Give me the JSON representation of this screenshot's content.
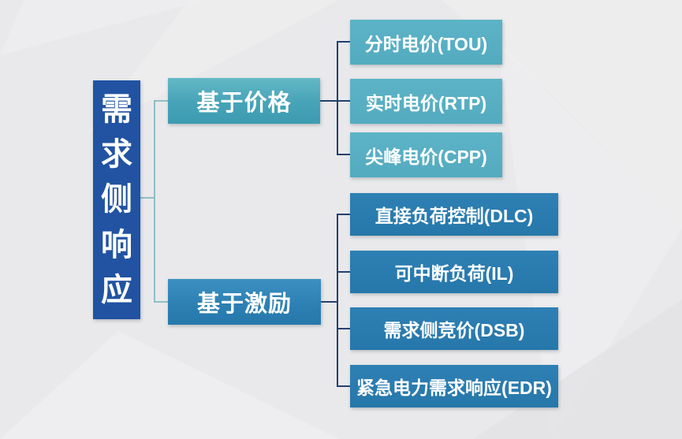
{
  "diagram": {
    "root": {
      "label": "需求侧响应",
      "chars": [
        "需",
        "求",
        "侧",
        "响",
        "应"
      ]
    },
    "branches": [
      {
        "label": "基于价格",
        "children": [
          {
            "label": "分时电价(TOU)"
          },
          {
            "label": "实时电价(RTP)"
          },
          {
            "label": "尖峰电价(CPP)"
          }
        ]
      },
      {
        "label": "基于激励",
        "children": [
          {
            "label": "直接负荷控制(DLC)"
          },
          {
            "label": "可中断负荷(IL)"
          },
          {
            "label": "需求侧竞价(DSB)"
          },
          {
            "label": "紧急电力需求响应(EDR)"
          }
        ]
      }
    ],
    "colors": {
      "root_bg": "#2153a2",
      "price_branch_bg": "#46a3b8",
      "price_child_bg": "#55adc2",
      "incentive_branch_bg": "#2c7fb2",
      "incentive_child_bg": "#2778ab",
      "connector_light": "#8fbfc8",
      "connector_dark": "#24416f",
      "text": "#ffffff",
      "background": "#e9e9eb"
    }
  }
}
